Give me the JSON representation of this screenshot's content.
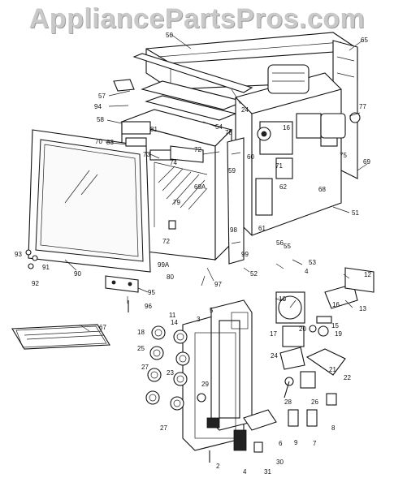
{
  "watermark": {
    "text": "AppliancePartsPros.com"
  },
  "callouts": [
    "50",
    "65",
    "24",
    "57",
    "94",
    "58",
    "54",
    "81",
    "70",
    "83",
    "73",
    "74",
    "72",
    "16",
    "78",
    "60",
    "71",
    "77",
    "59",
    "75",
    "69",
    "69A",
    "68",
    "62",
    "51",
    "79",
    "98",
    "99",
    "55",
    "56",
    "72",
    "53",
    "52",
    "97",
    "12",
    "93",
    "91",
    "90",
    "99A",
    "80",
    "92",
    "95",
    "96",
    "10",
    "13",
    "16",
    "11",
    "5",
    "3",
    "15",
    "18",
    "14",
    "17",
    "20",
    "19",
    "25",
    "23",
    "21",
    "22",
    "24",
    "27",
    "29",
    "28",
    "26",
    "27",
    "6",
    "9",
    "7",
    "8",
    "2",
    "4",
    "31",
    "30",
    "67",
    "61",
    "4"
  ]
}
